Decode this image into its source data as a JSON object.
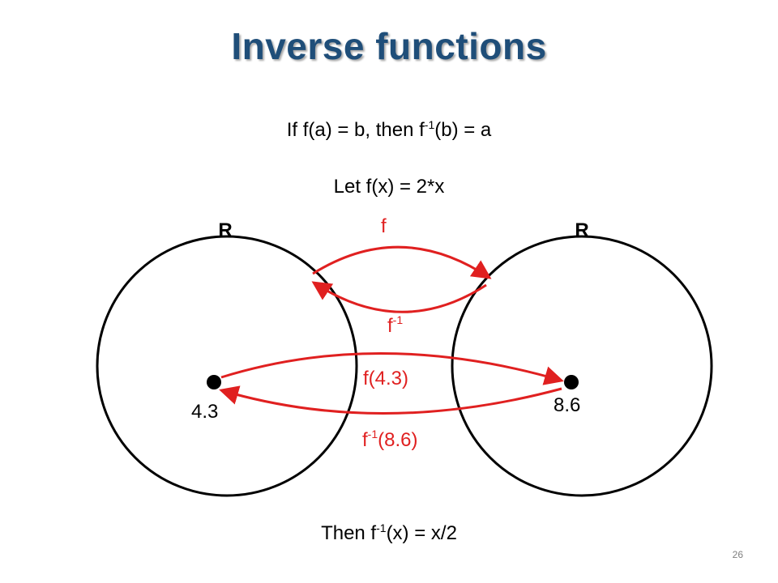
{
  "title": "Inverse functions",
  "statement": {
    "pre": "If f(a) = b, then f",
    "sup": "-1",
    "post": "(b) = a"
  },
  "definition": "Let f(x) = 2*x",
  "conclusion": {
    "pre": "Then f",
    "sup": "-1",
    "post": "(x) = x/2"
  },
  "diagram": {
    "left_set_label": "R",
    "right_set_label": "R",
    "f_label": "f",
    "finv_label": {
      "base": "f",
      "sup": "-1"
    },
    "point_left_label": "4.3",
    "point_right_label": "8.6",
    "f_of_point_label": "f(4.3)",
    "finv_of_point_label": {
      "base": "f",
      "sup": "-1",
      "post": "(8.6)"
    },
    "arrow_color": "#e02020"
  },
  "page_number": "26"
}
